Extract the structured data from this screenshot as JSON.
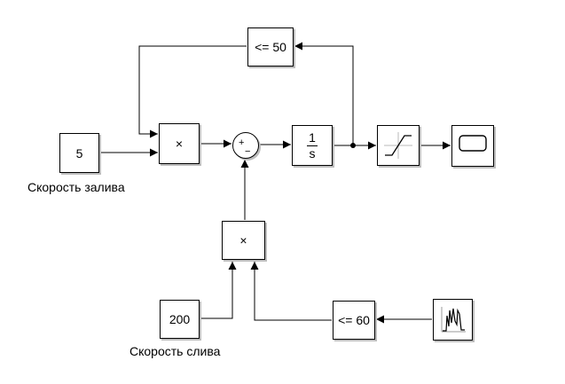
{
  "blocks": {
    "const_fill": {
      "value": "5",
      "caption": "Скорость залива"
    },
    "const_drain": {
      "value": "200",
      "caption": "Скорость слива"
    },
    "product_top": {
      "symbol": "×"
    },
    "product_bottom": {
      "symbol": "×"
    },
    "compare_top": {
      "label": "<= 50"
    },
    "compare_bottom": {
      "label": "<= 60"
    },
    "sum": {
      "plus": "+",
      "minus": "−"
    },
    "integrator": {
      "numerator": "1",
      "denominator": "s"
    }
  },
  "icons": {
    "saturation": "saturation-icon",
    "scope": "scope-icon",
    "signal_source": "signal-source-icon"
  },
  "colors": {
    "line": "#000000",
    "shadow": "#bdbdbd",
    "block_fill": "#ffffff"
  }
}
